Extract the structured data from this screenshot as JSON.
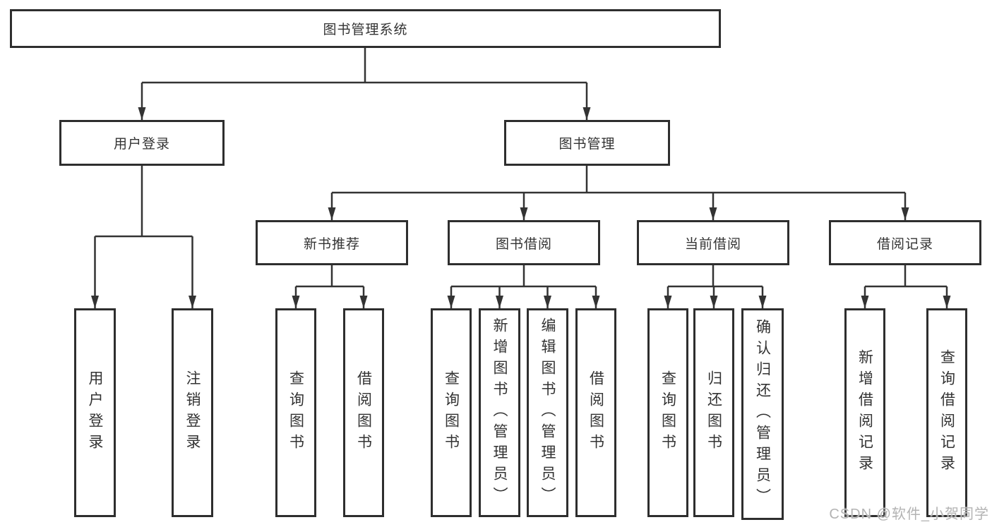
{
  "tree": {
    "root": "图书管理系统",
    "branches": [
      {
        "label": "用户登录",
        "leaves": [
          "用户登录",
          "注销登录"
        ]
      },
      {
        "label": "图书管理",
        "groups": [
          {
            "label": "新书推荐",
            "leaves": [
              "查询图书",
              "借阅图书"
            ]
          },
          {
            "label": "图书借阅",
            "leaves": [
              "查询图书",
              "新增图书（管理员）",
              "编辑图书（管理员）",
              "借阅图书"
            ]
          },
          {
            "label": "当前借阅",
            "leaves": [
              "查询图书",
              "归还图书",
              "确认归还（管理员）"
            ]
          },
          {
            "label": "借阅记录",
            "leaves": [
              "新增借阅记录",
              "查询借阅记录"
            ]
          }
        ]
      }
    ]
  },
  "watermark": "CSDN @软件_小贺同学",
  "colors": {
    "line": "#333333",
    "box_border": "#2e2e2e",
    "text": "#333333",
    "watermark": "#b3b3b3",
    "background": "#ffffff"
  }
}
